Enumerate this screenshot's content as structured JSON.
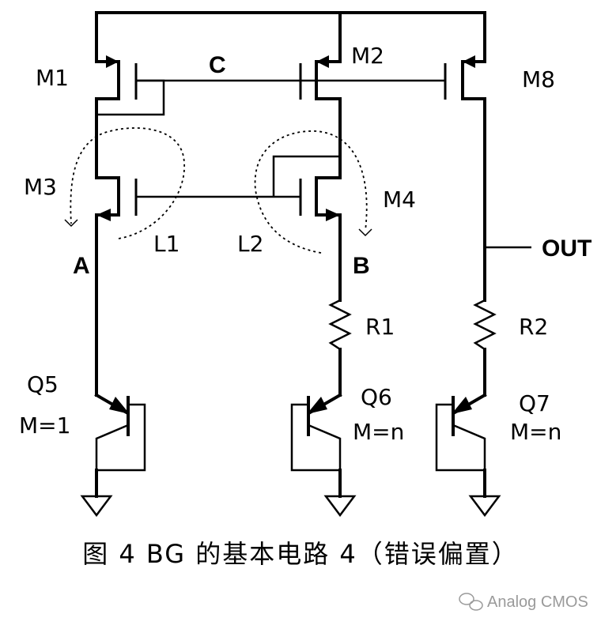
{
  "labels": {
    "m1": "M1",
    "m2": "M2",
    "m8": "M8",
    "m3": "M3",
    "m4": "M4",
    "node_c": "C",
    "node_a": "A",
    "node_b": "B",
    "l1": "L1",
    "l2": "L2",
    "out": "OUT",
    "r1": "R1",
    "r2": "R2",
    "q5": "Q5",
    "q5_m": "M=1",
    "q6": "Q6",
    "q6_m": "M=n",
    "q7": "Q7",
    "q7_m": "M=n"
  },
  "caption": "图 4 BG 的基本电路 4（错误偏置）",
  "watermark": "Analog CMOS",
  "watermark_icon": "wechat-icon"
}
